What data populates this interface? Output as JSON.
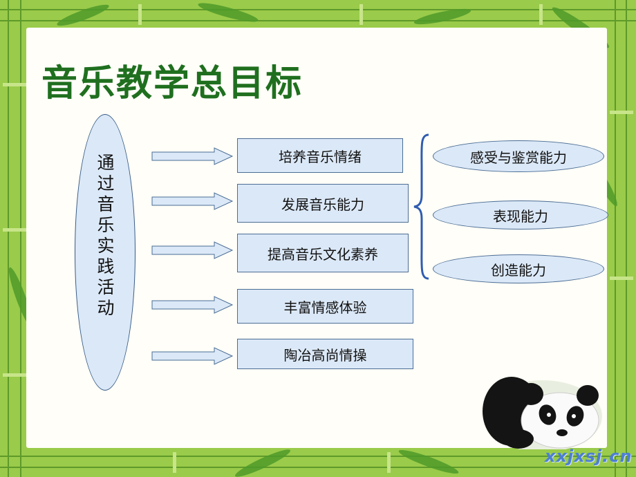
{
  "title": "音乐教学总目标",
  "activity_label": "通过音乐实践活动",
  "goals": [
    "培养音乐情绪",
    "发展音乐能力",
    "提高音乐文化素养",
    "丰富情感体验",
    "陶冶高尚情操"
  ],
  "abilities": [
    "感受与鉴赏能力",
    "表现能力",
    "创造能力"
  ],
  "watermark": "xxjxsj.cn",
  "colors": {
    "title": "#1f6f1f",
    "shape_fill": "#dbe8f7",
    "shape_border": "#4a6c94",
    "brace": "#2f5cb0",
    "bamboo": "#8cc63a"
  }
}
